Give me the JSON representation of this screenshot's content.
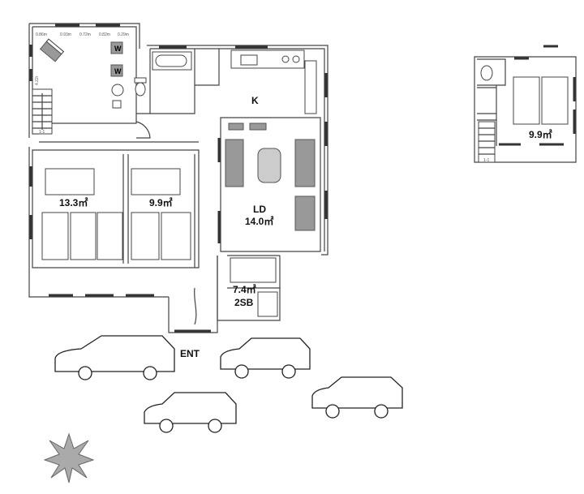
{
  "rooms": {
    "bedroom1": {
      "area": "13.3㎡"
    },
    "bedroom2": {
      "area": "9.9㎡"
    },
    "kitchen": {
      "name": "K"
    },
    "living": {
      "name": "LD",
      "area": "14.0㎡"
    },
    "storage": {
      "area": "7.4㎡",
      "name": "2SB"
    },
    "annex_bedroom": {
      "area": "9.9㎡"
    }
  },
  "entrance": {
    "label": "ENT"
  },
  "dimensions": [
    "0.86m",
    "0.93m",
    "0.72m",
    "0.82m",
    "0.29m"
  ],
  "side_dimension": "4.22r",
  "stair_label": "1-1",
  "annex_stair_label": "1-1",
  "washer_label": "W"
}
